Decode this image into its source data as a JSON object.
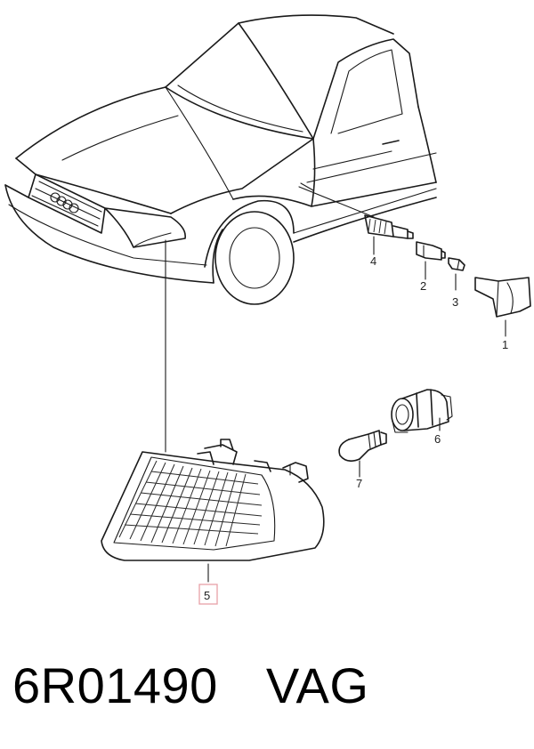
{
  "callouts": {
    "c1": "1",
    "c2": "2",
    "c3": "3",
    "c4": "4",
    "c5": "5",
    "c6": "6",
    "c7": "7"
  },
  "highlight_color": "#e8a0a8",
  "caption": {
    "part_number": "6R01490",
    "brand": "VAG"
  }
}
